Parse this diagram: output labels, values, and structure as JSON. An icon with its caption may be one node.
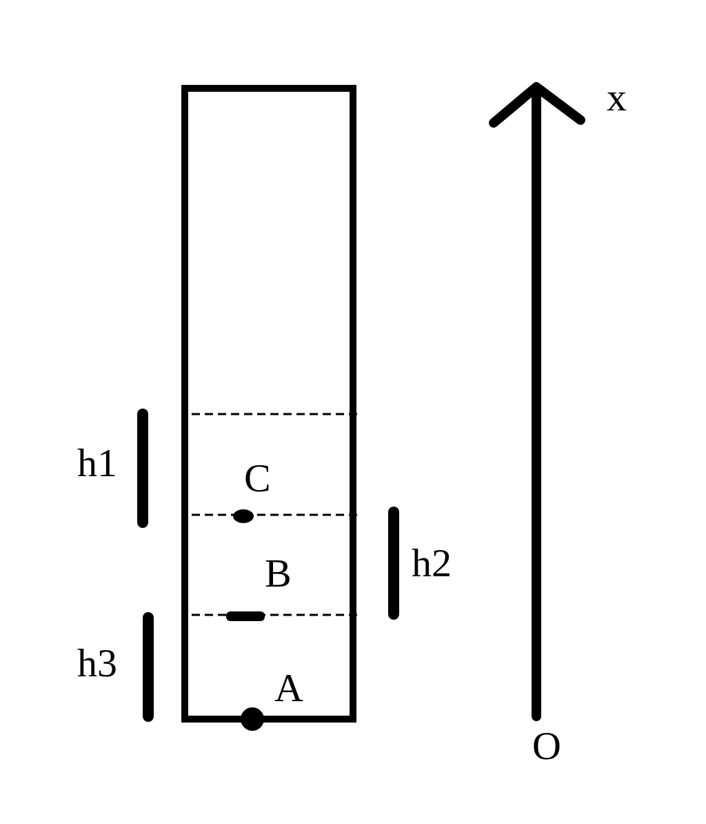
{
  "diagram": {
    "labels": [
      "x",
      "h1",
      "C",
      "h2",
      "B",
      "h3",
      "A",
      "O"
    ]
  }
}
